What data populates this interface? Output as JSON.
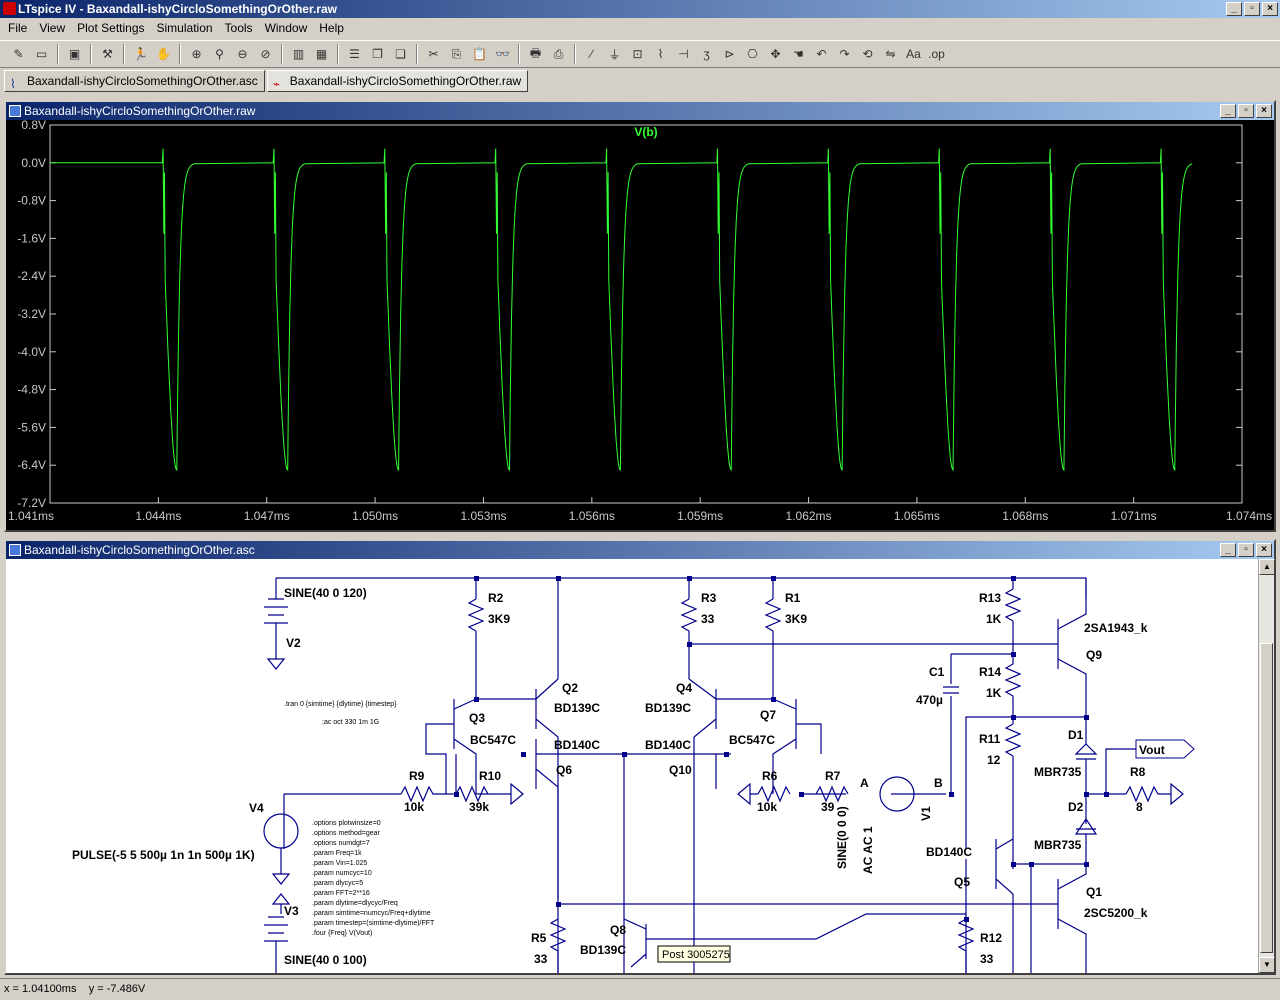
{
  "app": {
    "title": "LTspice IV - Baxandall-ishyCircloSomethingOrOther.raw"
  },
  "menu": [
    "File",
    "View",
    "Plot Settings",
    "Simulation",
    "Tools",
    "Window",
    "Help"
  ],
  "tabs": [
    {
      "label": "Baxandall-ishyCircloSomethingOrOther.asc",
      "icon": "schematic-icon"
    },
    {
      "label": "Baxandall-ishyCircloSomethingOrOther.raw",
      "icon": "waveform-icon"
    }
  ],
  "plot_window": {
    "title": "Baxandall-ishyCircloSomethingOrOther.raw"
  },
  "schematic_window": {
    "title": "Baxandall-ishyCircloSomethingOrOther.asc"
  },
  "chart_data": {
    "type": "line",
    "title": "V(b)",
    "series": [
      {
        "name": "V(b)",
        "color": "#33ff33",
        "period_ms": 0.00307,
        "first_edge_ms": 1.04413,
        "low_v": -6.5,
        "high_v": 0.0
      }
    ],
    "xlim": [
      1.041,
      1.074
    ],
    "ylim": [
      -7.2,
      0.8
    ],
    "x_ticks": [
      "1.041ms",
      "1.044ms",
      "1.047ms",
      "1.050ms",
      "1.053ms",
      "1.056ms",
      "1.059ms",
      "1.062ms",
      "1.065ms",
      "1.068ms",
      "1.071ms",
      "1.074ms"
    ],
    "y_ticks": [
      "0.8V",
      "0.0V",
      "-0.8V",
      "-1.6V",
      "-2.4V",
      "-3.2V",
      "-4.0V",
      "-4.8V",
      "-5.6V",
      "-6.4V",
      "-7.2V"
    ],
    "grid": false,
    "background": "#000000",
    "axis_color": "#c8c8c8"
  },
  "schematic": {
    "sources": [
      {
        "name": "V2",
        "value": "SINE(40 0 120)"
      },
      {
        "name": "V3",
        "value": "SINE(40 0 100)"
      },
      {
        "name": "V4",
        "value": "PULSE(-5 5 500µ 1n 1n 500µ 1K)"
      },
      {
        "name": "V1",
        "value": "SINE(0 0 0)",
        "extra": "AC AC 1"
      }
    ],
    "resistors": [
      {
        "ref": "R2",
        "val": "3K9"
      },
      {
        "ref": "R3",
        "val": "33"
      },
      {
        "ref": "R1",
        "val": "3K9"
      },
      {
        "ref": "R13",
        "val": "1K"
      },
      {
        "ref": "R14",
        "val": "1K"
      },
      {
        "ref": "R11",
        "val": "12"
      },
      {
        "ref": "R9",
        "val": "10k"
      },
      {
        "ref": "R10",
        "val": "39k"
      },
      {
        "ref": "R6",
        "val": "10k"
      },
      {
        "ref": "R7",
        "val": "39"
      },
      {
        "ref": "R8",
        "val": "8"
      },
      {
        "ref": "R5",
        "val": "33"
      },
      {
        "ref": "R12",
        "val": "33"
      }
    ],
    "transistors": [
      {
        "ref": "Q2",
        "model": "BD139C"
      },
      {
        "ref": "Q3",
        "model": "BC547C"
      },
      {
        "ref": "Q6",
        "model": "BD140C"
      },
      {
        "ref": "Q4",
        "model": "BD139C"
      },
      {
        "ref": "Q7",
        "model": "BC547C"
      },
      {
        "ref": "Q10",
        "model": "BD140C"
      },
      {
        "ref": "Q9",
        "model": "2SA1943_k"
      },
      {
        "ref": "Q5",
        "model": "BD140C"
      },
      {
        "ref": "Q1",
        "model": "2SC5200_k"
      },
      {
        "ref": "Q8",
        "model": "BD139C"
      }
    ],
    "capacitor": {
      "ref": "C1",
      "val": "470µ"
    },
    "diodes": [
      {
        "ref": "D1",
        "model": "MBR735"
      },
      {
        "ref": "D2",
        "model": "MBR735"
      }
    ],
    "nodes": [
      "A",
      "B"
    ],
    "output_label": "Vout",
    "directives_small": [
      ".tran 0 {simtime} {dlytime} {timestep}",
      ";ac oct 330 1m 1G"
    ],
    "directives": [
      ".options plotwinsize=0",
      ".options method=gear",
      ".options numdgt=7",
      ".param Freq=1k",
      ".param Vin=1.025",
      ".param numcyc=10",
      ".param dlycyc=5",
      ".param FFT=2**16",
      ".param dlytime=dlycyc/Freq",
      ".param simtime=numcyc/Freq+dlytime",
      ".param timestep=(simtime-dlytime)/FFT",
      ".four {Freq} V(Vout)"
    ],
    "tooltip": "Post 3005275"
  },
  "status": {
    "x": "x = 1.04100ms",
    "y": "y = -7.486V"
  }
}
